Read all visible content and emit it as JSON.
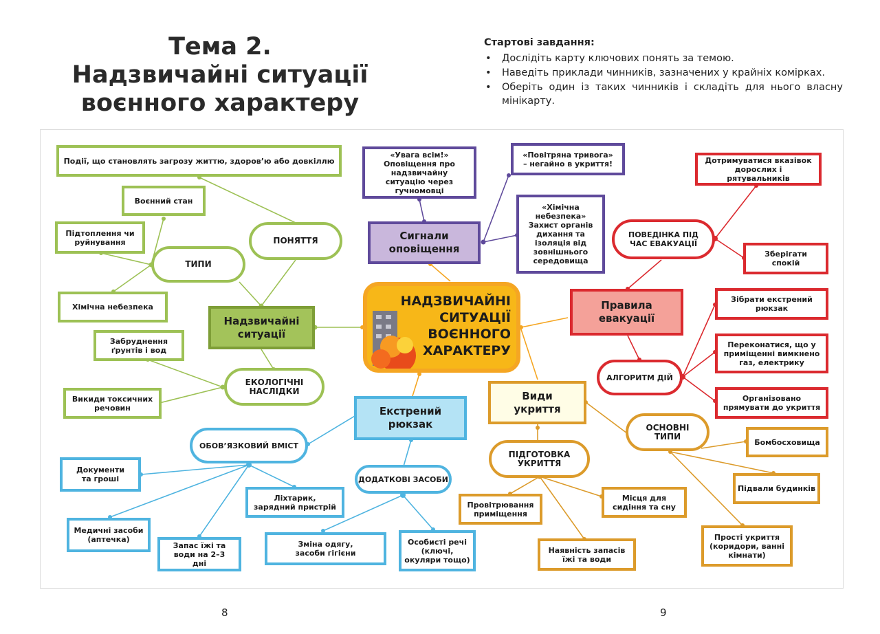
{
  "title": {
    "line1": "Тема 2.",
    "line2": "Надзвичайні ситуації",
    "line3": "воєнного характеру"
  },
  "tasks": {
    "heading": "Стартові завдання:",
    "items": [
      "Дослідіть карту ключових понять за темою.",
      "Наведіть приклади чинників, зазначених у крайніх комірках.",
      "Оберіть один із таких чинників і складіть для нього власну мінікарту."
    ]
  },
  "colors": {
    "green": "#9dc155",
    "purple": "#5f4a9b",
    "red": "#db2a2f",
    "orange": "#dc9b2b",
    "blue": "#4fb4e0",
    "center": "#f7b718"
  },
  "map": {
    "center": {
      "line1": "НАДЗВИЧАЙНІ",
      "line2": "СИТУАЦІЇ",
      "line3": "ВОЄННОГО",
      "line4": "ХАРАКТЕРУ"
    },
    "green": {
      "main": "Надзвичайні ситуації",
      "concept": "ПОНЯТТЯ",
      "types": "ТИПИ",
      "eco": "ЕКОЛОГІЧНІ НАСЛІДКИ",
      "definition": "Події, що становлять загрозу життю, здоров’ю або довкіллю",
      "martial": "Воєнний стан",
      "flooding": "Підтоплення чи руйнування",
      "chemical": "Хімічна небезпека",
      "soil": "Забруднення ґрунтів і вод",
      "emissions": "Викиди токсичних речовин"
    },
    "purple": {
      "main": "Сигнали оповіщення",
      "attention": "«Увага всім!» Оповіщення про надзвичайну ситуацію через гучномовці",
      "air": "«Повітряна тривога» – негайно в укриття!",
      "chem": "«Хімічна небезпека» Захист органів дихання та ізоляція від зовнішнього середовища"
    },
    "red": {
      "main": "Правила евакуації",
      "behavior": "ПОВЕДІНКА ПІД ЧАС ЕВАКУАЦІЇ",
      "algorithm": "АЛГОРИТМ ДІЙ",
      "follow": "Дотримуватися вказівок дорослих і рятувальників",
      "calm": "Зберігати спокій",
      "pack": "Зібрати екстрений рюкзак",
      "gas": "Переконатися, що у приміщенні вимкнено газ, електрику",
      "organized": "Організовано прямувати до укриття"
    },
    "orange": {
      "main": "Види укриття",
      "prep": "ПІДГОТОВКА УКРИТТЯ",
      "basic": "ОСНОВНІ ТИПИ",
      "vent": "Провітрювання приміщення",
      "seats": "Місця для сидіння та сну",
      "supply": "Наявність запасів їжі та води",
      "bomb": "Бомбосховища",
      "basement": "Підвали будинків",
      "simple": "Прості укриття (коридори, ванні кімнати)"
    },
    "blue": {
      "main": "Екстрений рюкзак",
      "mandatory": "ОБОВ’ЯЗКОВИЙ ВМІСТ",
      "extra": "ДОДАТКОВІ ЗАСОБИ",
      "docs": "Документи та гроші",
      "medical": "Медичні засоби (аптечка)",
      "food": "Запас їжі та води на 2–3 дні",
      "flashlight": "Ліхтарик, зарядний пристрій",
      "clothes": "Зміна одягу, засоби гігієни",
      "personal": "Особисті речі (ключі, окуляри тощо)"
    }
  },
  "pages": {
    "left": "8",
    "right": "9"
  }
}
